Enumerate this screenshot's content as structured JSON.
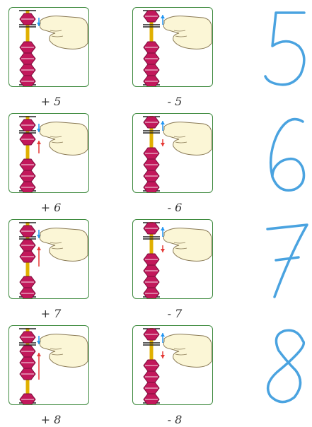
{
  "rows": [
    {
      "plus_label": "+ 5",
      "minus_label": "- 5",
      "digit": "5"
    },
    {
      "plus_label": "+ 6",
      "minus_label": "- 6",
      "digit": "6"
    },
    {
      "plus_label": "+ 7",
      "minus_label": "- 7",
      "digit": "7"
    },
    {
      "plus_label": "+ 8",
      "minus_label": "- 8",
      "digit": "8"
    }
  ],
  "colors": {
    "bead": "#c2185b",
    "rod": "#e0b000",
    "frame": "#3e8a3e",
    "digit": "#4aa3e0",
    "arrow_up": "#e53935",
    "arrow_down_blue": "#2196f3"
  }
}
